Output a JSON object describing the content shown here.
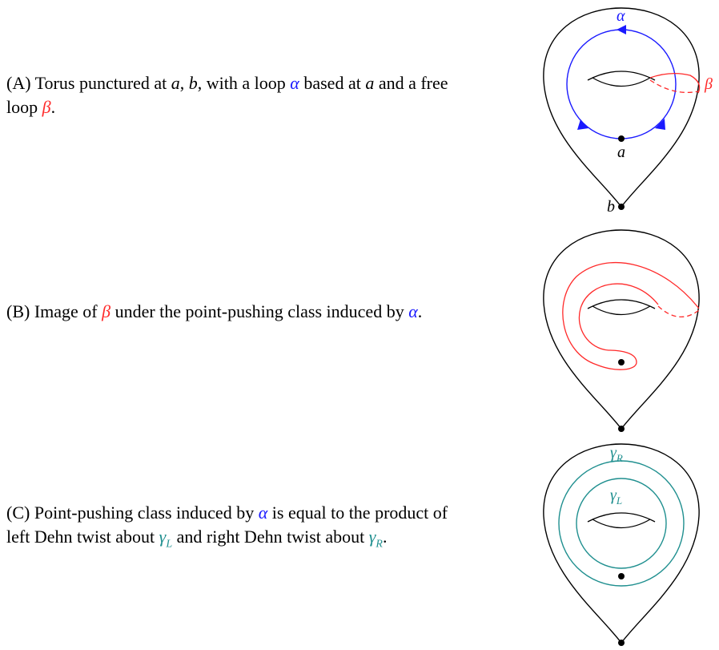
{
  "captions": {
    "a": {
      "tag": "(A)",
      "t1": " Torus punctured at ",
      "v1": "a",
      "c1": ", ",
      "v2": "b",
      "t2": ", with a loop ",
      "alpha": "α",
      "t3": " based at ",
      "v3": "a",
      "t4": " and a free loop ",
      "beta": "β",
      "t5": "."
    },
    "b": {
      "tag": "(B)",
      "t1": " Image of ",
      "beta": "β",
      "t2": " under the point-pushing class induced by ",
      "alpha": "α",
      "t3": "."
    },
    "c": {
      "tag": "(C)",
      "t1": " Point-pushing class induced by ",
      "alpha": "α",
      "t2": " is equal to the product of left Dehn twist about ",
      "gl": "γ",
      "gl_sub": "L",
      "t3": " and right Dehn twist about ",
      "gr": "γ",
      "gr_sub": "R",
      "t4": "."
    }
  },
  "figure_labels": {
    "alpha": "α",
    "beta": "β",
    "a": "a",
    "b": "b",
    "gamma_r": "γ",
    "gamma_r_sub": "R",
    "gamma_l": "γ",
    "gamma_l_sub": "L"
  },
  "colors": {
    "alpha": "#1a1aff",
    "beta": "#ff2a2a",
    "gamma": "#1f8f8f",
    "outline": "#000000"
  }
}
